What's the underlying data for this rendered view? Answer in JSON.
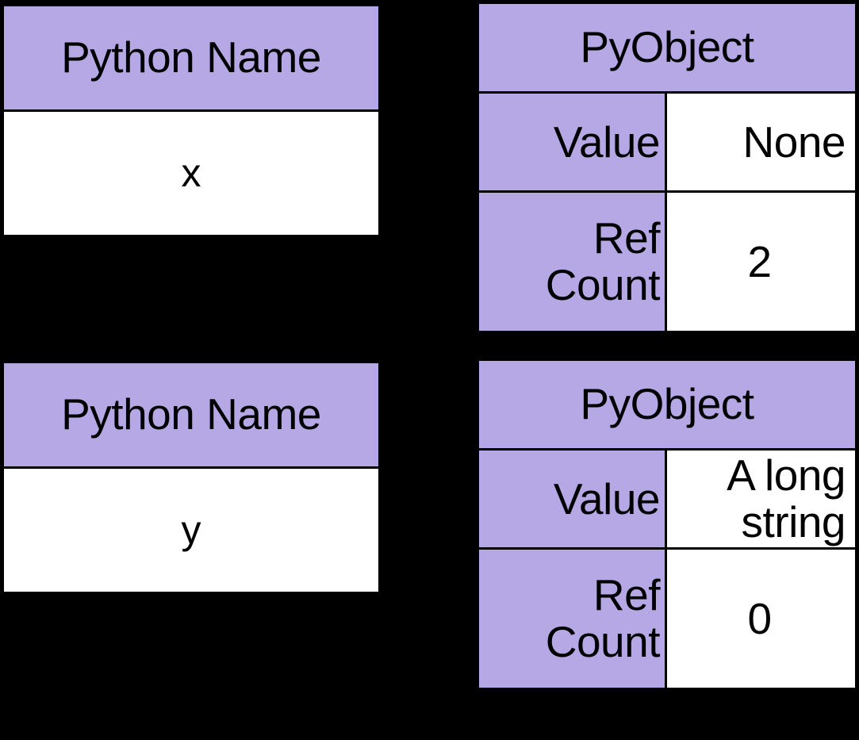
{
  "diagram": {
    "title_concept": "Python Name to PyObject reference counting",
    "accent_color": "#b5a8e5",
    "border_color": "#000000",
    "background_color": "#000000"
  },
  "name_tables": [
    {
      "header": "Python Name",
      "value": "x"
    },
    {
      "header": "Python Name",
      "value": "y"
    }
  ],
  "object_tables": [
    {
      "header": "PyObject",
      "rows": [
        {
          "key": "Value",
          "value": "None"
        },
        {
          "key": "Ref Count",
          "value": "2"
        }
      ]
    },
    {
      "header": "PyObject",
      "rows": [
        {
          "key": "Value",
          "value": "A long string"
        },
        {
          "key": "Ref Count",
          "value": "0"
        }
      ]
    }
  ]
}
